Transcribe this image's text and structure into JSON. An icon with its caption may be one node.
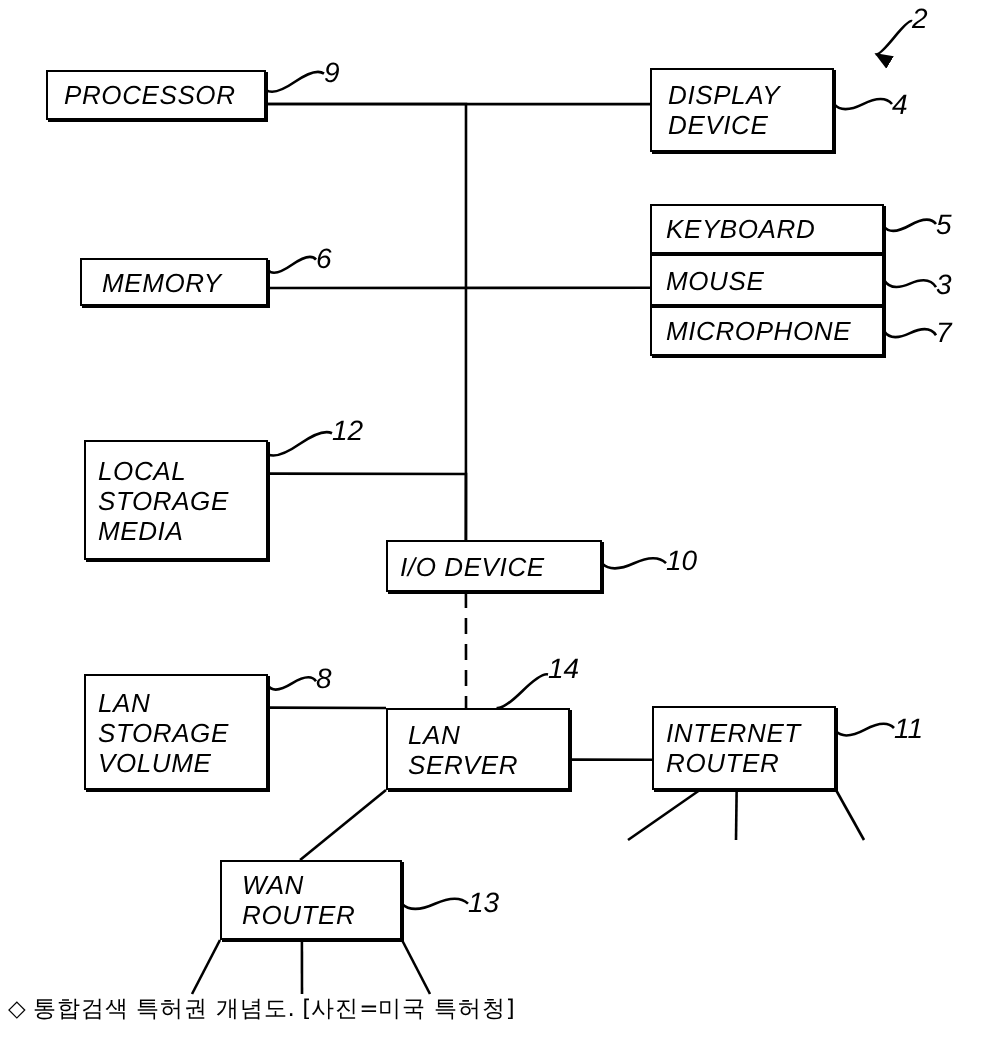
{
  "diagram": {
    "caption": "◇ 통합검색 특허권 개념도. [사진=미국 특허청]",
    "nodes": [
      {
        "text": [
          "2"
        ]
      },
      {
        "text": [
          "PROCESSOR"
        ]
      },
      {
        "text": [
          "9"
        ]
      },
      {
        "text": [
          "DISPLAY DEVICE"
        ]
      },
      {
        "text": [
          "4"
        ]
      },
      {
        "text": [
          "KEYBOARD"
        ]
      },
      {
        "text": [
          "5"
        ]
      },
      {
        "text": [
          "MEMORY"
        ]
      },
      {
        "text": [
          "6"
        ]
      },
      {
        "text": [
          "MOUSE"
        ]
      },
      {
        "text": [
          "3"
        ]
      },
      {
        "text": [
          "MICROPHONE"
        ]
      },
      {
        "text": [
          "7"
        ]
      },
      {
        "text": [
          "LOCAL STORAGE MEDIA"
        ]
      },
      {
        "text": [
          "12"
        ]
      },
      {
        "text": [
          "I/O DEVICE"
        ]
      },
      {
        "text": [
          "10"
        ]
      },
      {
        "text": [
          "14"
        ]
      },
      {
        "text": [
          "LAN STORAGE VOLUME"
        ]
      },
      {
        "text": [
          "8"
        ]
      },
      {
        "text": [
          "LAN SERVER"
        ]
      },
      {
        "text": [
          "INTERNET ROUTER"
        ]
      },
      {
        "text": [
          "11"
        ]
      },
      {
        "text": [
          "WAN ROUTER"
        ]
      },
      {
        "text": [
          "13"
        ]
      }
    ],
    "edges": [
      {
        "from": 1,
        "to": 3,
        "arrow": "none"
      },
      {
        "from": 7,
        "to": 9,
        "arrow": "none"
      },
      {
        "from": 1,
        "to": 15,
        "arrow": "none"
      },
      {
        "from": 13,
        "to": 15,
        "arrow": "none"
      },
      {
        "from": 15,
        "to": 20,
        "arrow": "none",
        "style": "dashed"
      },
      {
        "from": 18,
        "to": 20,
        "arrow": "none"
      },
      {
        "from": 20,
        "to": 21,
        "arrow": "none"
      },
      {
        "from": 20,
        "to": 23,
        "arrow": "none"
      },
      {
        "from": 21,
        "to": null,
        "arrow": "none"
      },
      {
        "from": 21,
        "to": null,
        "arrow": "none"
      },
      {
        "from": 21,
        "to": null,
        "arrow": "none"
      },
      {
        "from": 23,
        "to": null,
        "arrow": "none"
      },
      {
        "from": 23,
        "to": null,
        "arrow": "none"
      },
      {
        "from": 23,
        "to": null,
        "arrow": "none"
      },
      {
        "from": 2,
        "to": 1,
        "arrow": "none"
      },
      {
        "from": 4,
        "to": 3,
        "arrow": "none"
      },
      {
        "from": 6,
        "to": 5,
        "arrow": "none"
      },
      {
        "from": 10,
        "to": 9,
        "arrow": "none"
      },
      {
        "from": 12,
        "to": 11,
        "arrow": "none"
      },
      {
        "from": 8,
        "to": 7,
        "arrow": "none"
      },
      {
        "from": 14,
        "to": 13,
        "arrow": "none"
      },
      {
        "from": 16,
        "to": 15,
        "arrow": "none"
      },
      {
        "from": 17,
        "to": 20,
        "arrow": "none"
      },
      {
        "from": 19,
        "to": 18,
        "arrow": "none"
      },
      {
        "from": 22,
        "to": 21,
        "arrow": "none"
      },
      {
        "from": 24,
        "to": 23,
        "arrow": "none"
      },
      {
        "from": 0,
        "to": null,
        "arrow": "to"
      }
    ]
  }
}
